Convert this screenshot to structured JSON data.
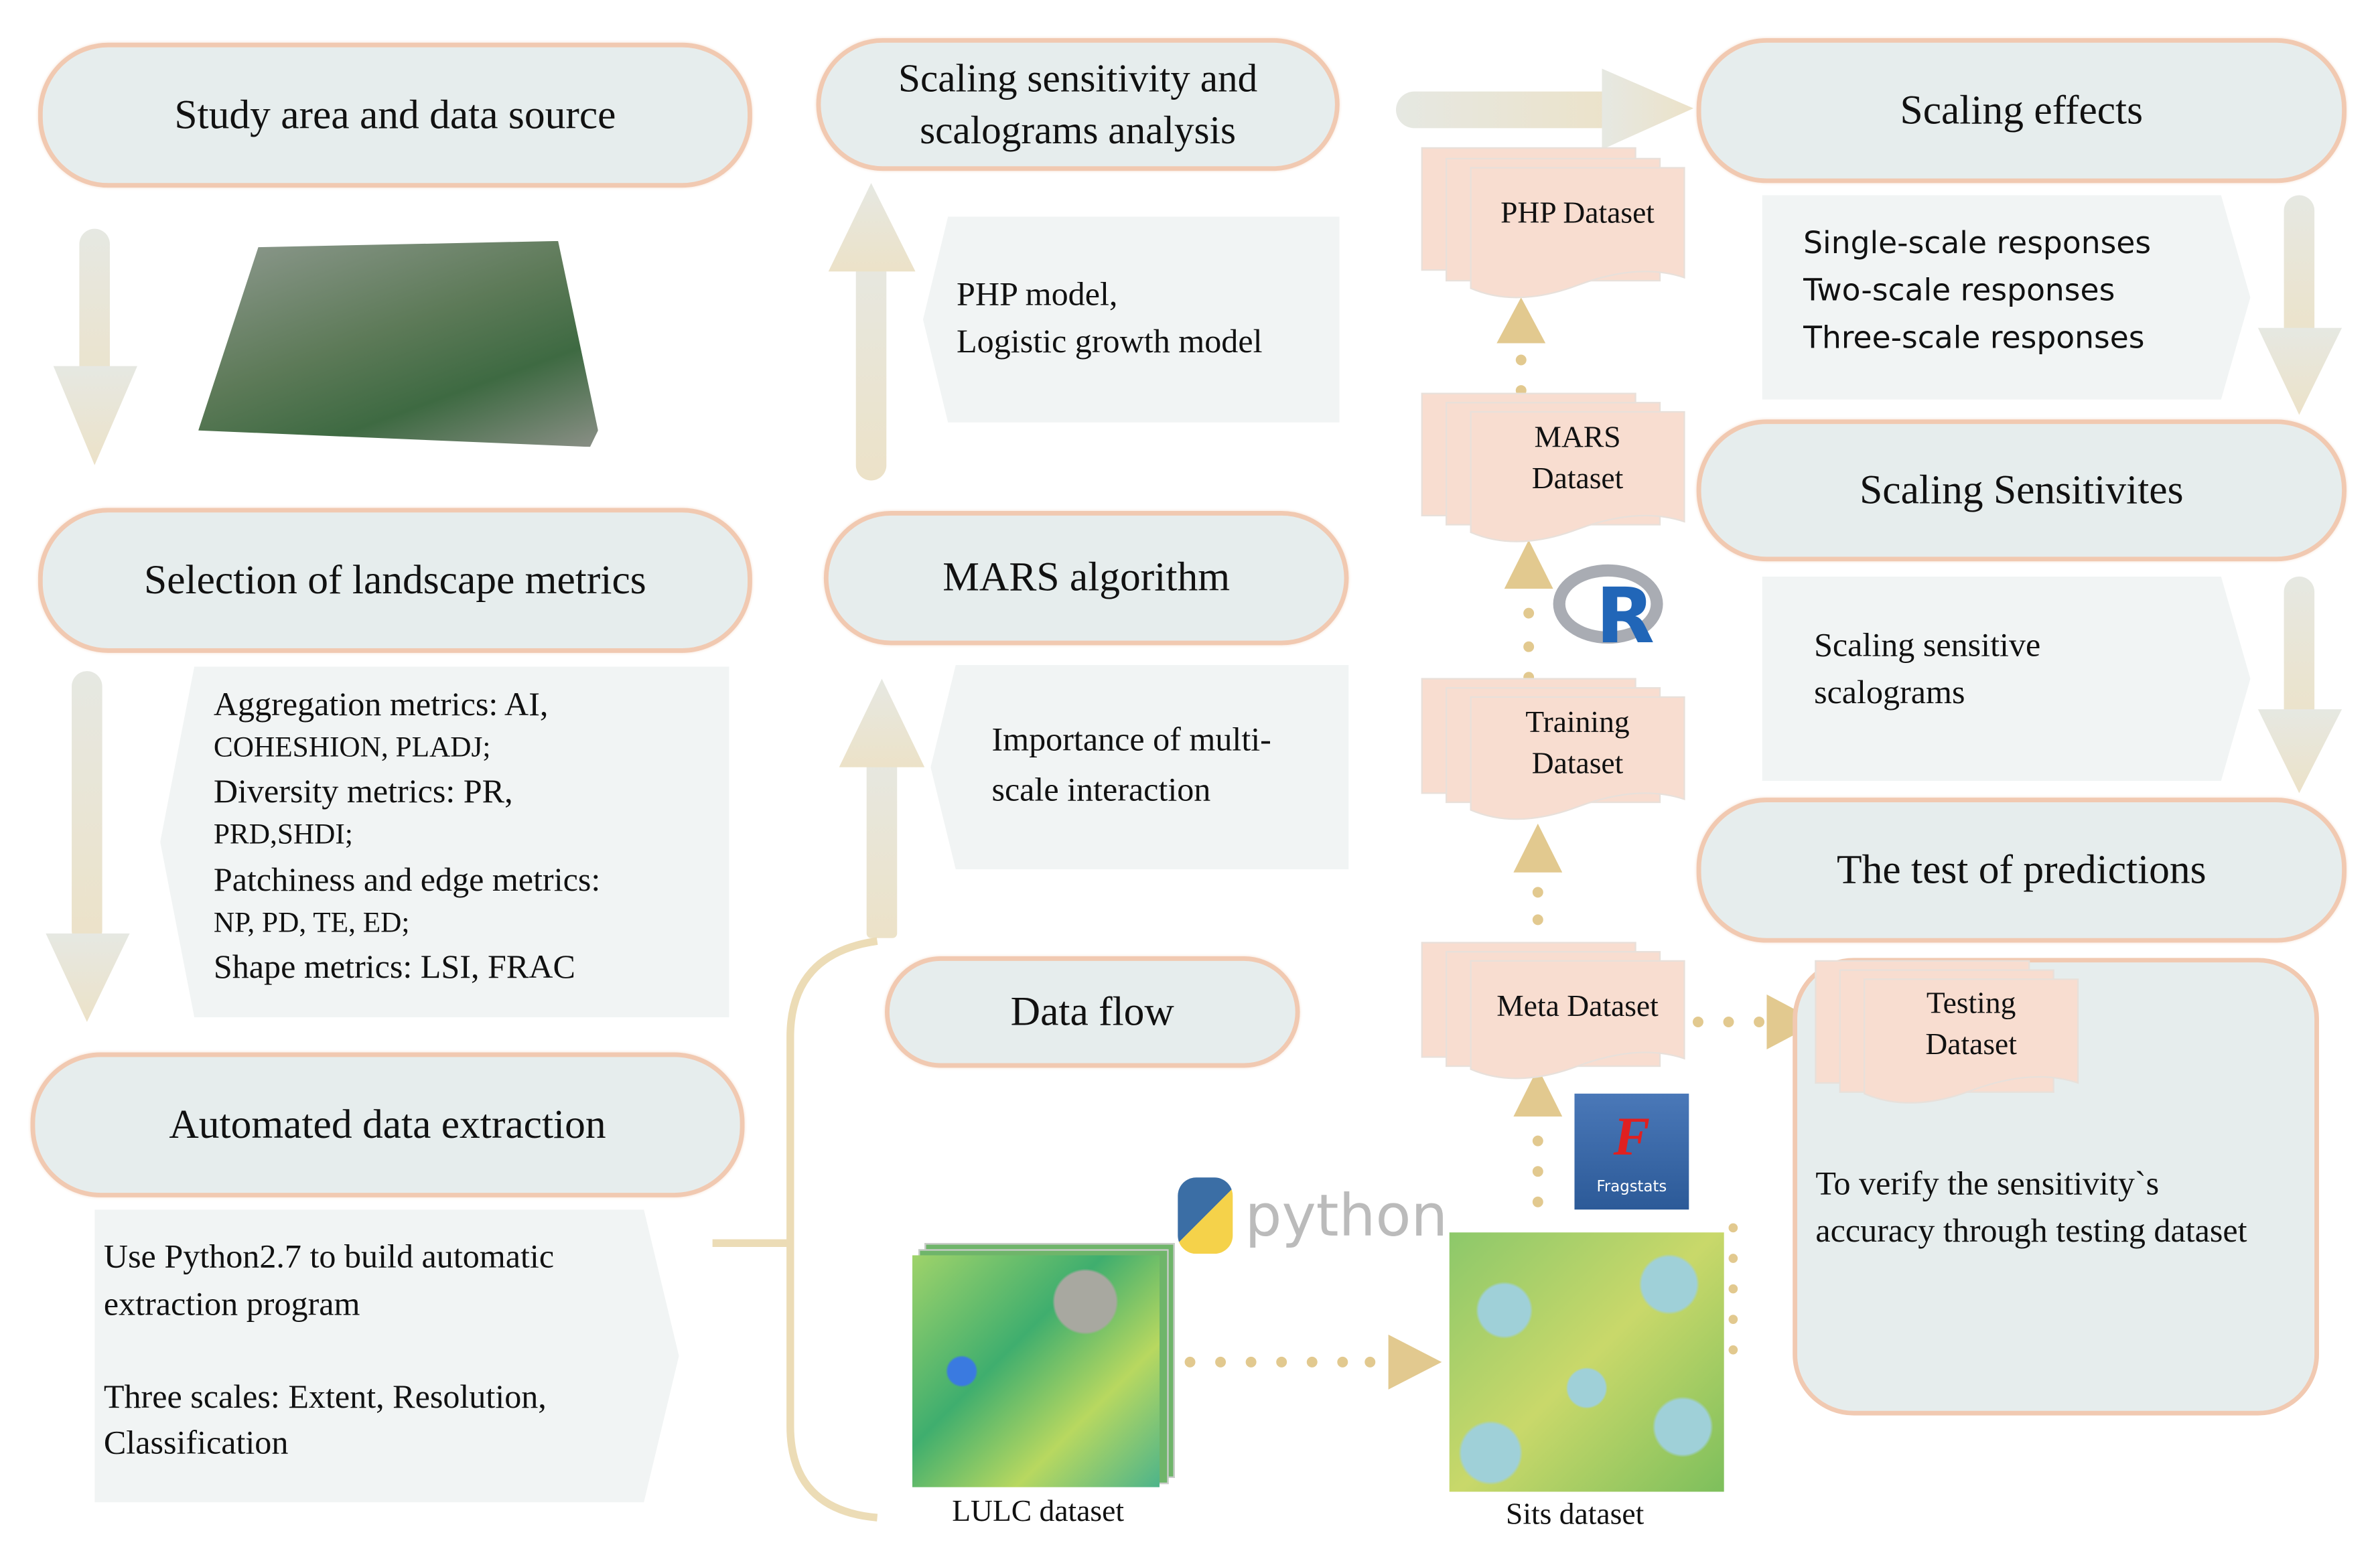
{
  "left": {
    "study_area": "Study area and data source",
    "selection": "Selection of landscape metrics",
    "metrics_lines": [
      "Aggregation metrics: AI,",
      "COHESHION, PLADJ;",
      "Diversity metrics: PR,",
      "PRD,SHDI;",
      "Patchiness and edge metrics:",
      "NP, PD, TE, ED;",
      "Shape metrics: LSI, FRAC"
    ],
    "automated": "Automated data extraction",
    "python_text_1": "Use Python2.7 to build automatic extraction program",
    "python_text_2": "Three scales: Extent, Resolution, Classification"
  },
  "middle": {
    "scaling_analysis": "Scaling sensitivity and scalograms analysis",
    "models_lines": [
      "PHP model,",
      "Logistic growth model"
    ],
    "mars": "MARS algorithm",
    "importance": "Importance of multi-scale interaction",
    "data_flow": "Data flow",
    "python_logo": "python",
    "lulc_label": "LULC dataset",
    "sits_label": "Sits  dataset",
    "fragstats_logo": "Fragstats"
  },
  "datasets": {
    "php": "PHP  Dataset",
    "mars_lines": [
      "MARS",
      "Dataset"
    ],
    "training_lines": [
      "Training",
      "Dataset"
    ],
    "meta": "Meta Dataset",
    "testing_lines": [
      "Testing",
      "Dataset"
    ],
    "r_logo": "R"
  },
  "right": {
    "scaling_effects": "Scaling effects",
    "responses": [
      "Single-scale responses",
      "Two-scale responses",
      "Three-scale responses"
    ],
    "sensitivities": "Scaling Sensitivites",
    "scalograms_lines": [
      "Scaling sensitive",
      "scalograms"
    ],
    "test": "The test of predictions",
    "verify": "To verify the sensitivity`s accuracy through testing dataset"
  },
  "colors": {
    "pill_fill": "#e6eded",
    "pill_border": "#f1c9b1",
    "arrow": "#ebe3cc",
    "dot": "#e2c98f",
    "doc": "#f8ddd0"
  }
}
